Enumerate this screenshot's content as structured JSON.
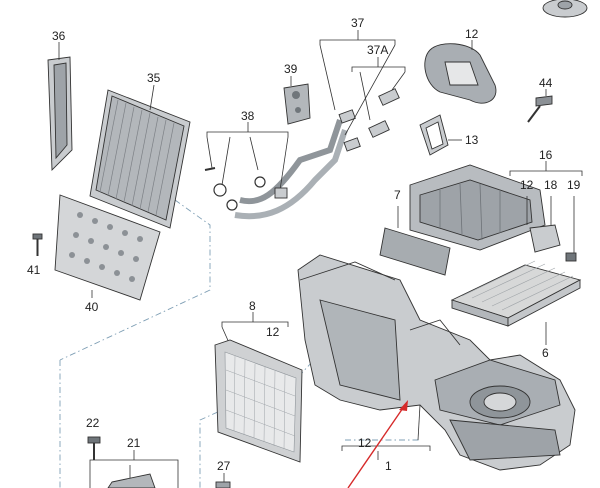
{
  "labels": {
    "l36": "36",
    "l35": "35",
    "l37": "37",
    "l37a": "37A",
    "l12top": "12",
    "l39": "39",
    "l44": "44",
    "l38": "38",
    "l13": "13",
    "l16": "16",
    "l7": "7",
    "l12b": "12",
    "l18": "18",
    "l19": "19",
    "l41": "41",
    "l40": "40",
    "l8": "8",
    "l12c": "12",
    "l6": "6",
    "l22": "22",
    "l21": "21",
    "l27": "27",
    "l12d": "12",
    "l1": "1"
  },
  "colors": {
    "housing": "#c9cccf",
    "housing_dark": "#9ea3a8",
    "filter": "#d7d8d8",
    "pointer": "#d62a2a",
    "leader_dash": "#7f9fb5"
  }
}
